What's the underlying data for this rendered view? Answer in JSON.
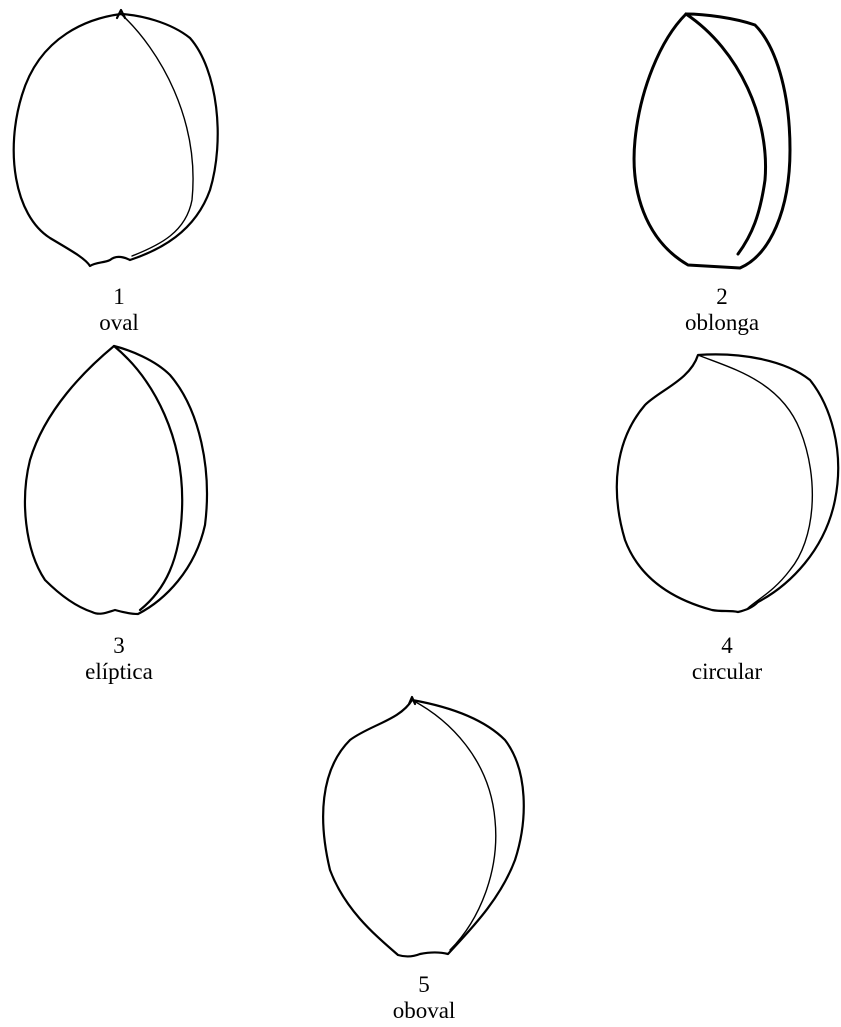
{
  "figure": {
    "shapes": [
      {
        "number": "1",
        "name": "oval"
      },
      {
        "number": "2",
        "name": "oblonga"
      },
      {
        "number": "3",
        "name": "elíptica"
      },
      {
        "number": "4",
        "name": "circular"
      },
      {
        "number": "5",
        "name": "oboval"
      }
    ]
  }
}
